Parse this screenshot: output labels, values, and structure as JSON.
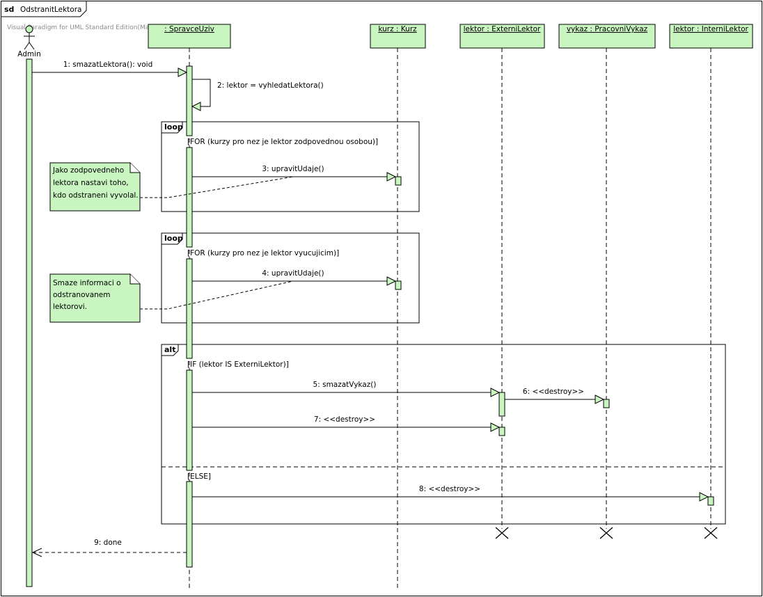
{
  "frame": {
    "kind": "sd",
    "title": "OdstranitLektora"
  },
  "watermark": "Visual Paradigm for UML Standard Edition(Masaryk University)",
  "actor": {
    "name": "Admin"
  },
  "lifelines": [
    {
      "id": "spravce",
      "label": ": SpravceUziv"
    },
    {
      "id": "kurz",
      "label": "kurz : Kurz"
    },
    {
      "id": "externi",
      "label": "lektor : ExterniLektor"
    },
    {
      "id": "vykaz",
      "label": "vykaz : PracovniVykaz"
    },
    {
      "id": "interni",
      "label": "lektor : InterniLektor"
    }
  ],
  "messages": [
    {
      "id": "m1",
      "label": "1: smazatLektora(): void"
    },
    {
      "id": "m2",
      "label": "2: lektor = vyhledatLektora()"
    },
    {
      "id": "m3",
      "label": "3: upravitUdaje()"
    },
    {
      "id": "m4",
      "label": "4: upravitUdaje()"
    },
    {
      "id": "m5",
      "label": "5: smazatVykaz()"
    },
    {
      "id": "m6",
      "label": "6: <<destroy>>"
    },
    {
      "id": "m7",
      "label": "7: <<destroy>>"
    },
    {
      "id": "m8",
      "label": "8: <<destroy>>"
    },
    {
      "id": "m9",
      "label": "9: done"
    }
  ],
  "fragments": [
    {
      "id": "loop1",
      "operator": "loop",
      "guard": "[FOR (kurzy pro nez je lektor zodpovednou osobou)]"
    },
    {
      "id": "loop2",
      "operator": "loop",
      "guard": "[FOR (kurzy pro nez je lektor vyucujicim)]"
    },
    {
      "id": "alt",
      "operator": "alt",
      "guard_if": "[IF (lektor IS ExterniLektor)]",
      "guard_else": "[ELSE]"
    }
  ],
  "notes": [
    {
      "id": "note1",
      "lines": [
        "Jako zodpovedneho",
        "lektora nastavi toho,",
        "kdo odstraneni vyvolal."
      ]
    },
    {
      "id": "note2",
      "lines": [
        "Smaze informaci o",
        "odstranovanem",
        "lektorovi."
      ]
    }
  ],
  "colors": {
    "fill": "#c8f5c0",
    "line": "#000000",
    "background": "#ffffff"
  }
}
